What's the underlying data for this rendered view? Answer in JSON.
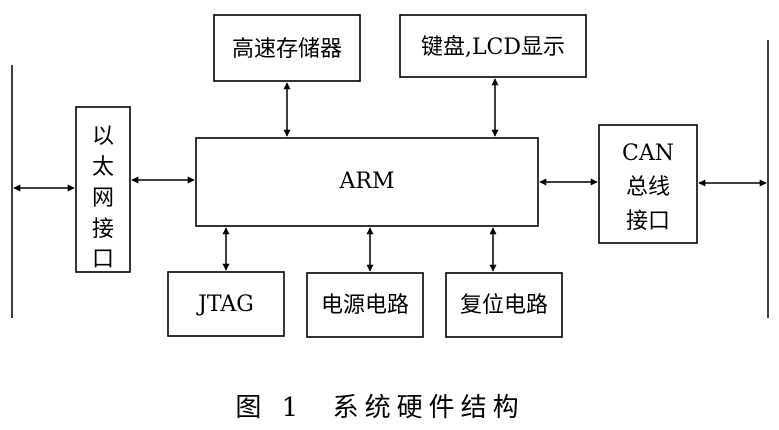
{
  "diagram": {
    "nodes": {
      "cache": "高速存储器",
      "keyboard_lcd": "键盘,LCD显示",
      "ethernet_lines": [
        "以",
        "太",
        "网",
        "接",
        "口"
      ],
      "arm": "ARM",
      "can_lines": [
        "CAN",
        "总线",
        "接口"
      ],
      "jtag": "JTAG",
      "power": "电源电路",
      "reset": "复位电路"
    },
    "caption": "图 1  系统硬件结构"
  },
  "colors": {
    "stroke": "#000000",
    "background": "#ffffff"
  }
}
